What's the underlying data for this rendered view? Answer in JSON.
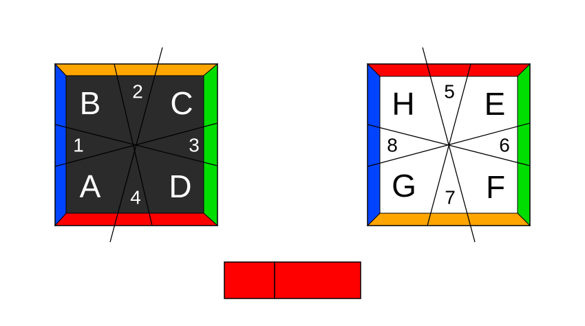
{
  "colors": {
    "red": "#ff0000",
    "orange": "#ffa500",
    "blue": "#0044ff",
    "green": "#00dd00",
    "dark": "#2b2b2b",
    "white": "#ffffff",
    "line": "#000000"
  },
  "left_puzzle": {
    "face_color": "dark",
    "borders": {
      "top": "orange",
      "right": "green",
      "bottom": "red",
      "left": "blue"
    },
    "corner_labels": {
      "top_left": "B",
      "top_right": "C",
      "bottom_left": "A",
      "bottom_right": "D"
    },
    "edge_labels": {
      "top": "2",
      "right": "3",
      "bottom": "4",
      "left": "1"
    }
  },
  "right_puzzle": {
    "face_color": "white",
    "borders": {
      "top": "red",
      "right": "green",
      "bottom": "orange",
      "left": "blue"
    },
    "corner_labels": {
      "top_left": "H",
      "top_right": "E",
      "bottom_left": "G",
      "bottom_right": "F"
    },
    "edge_labels": {
      "top": "5",
      "right": "6",
      "bottom": "7",
      "left": "8"
    }
  },
  "bottom_piece": {
    "segments": [
      "red",
      "red"
    ]
  }
}
